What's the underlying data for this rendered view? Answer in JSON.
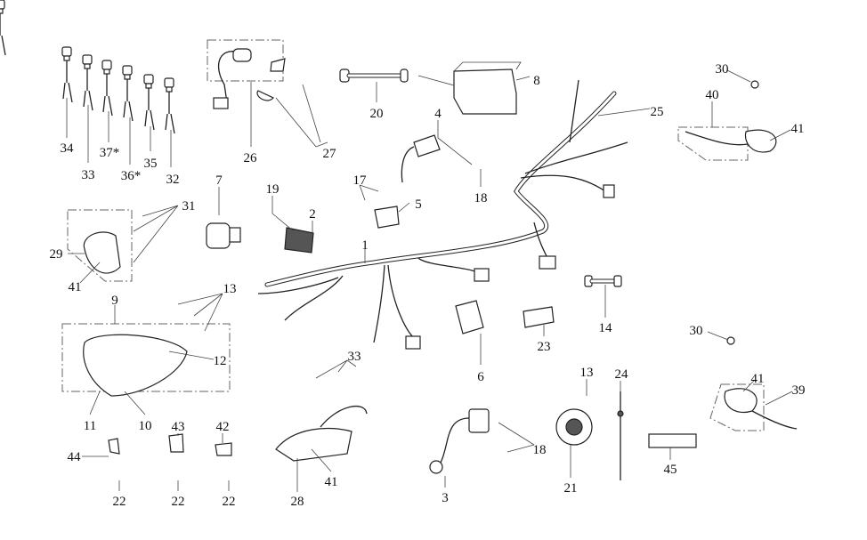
{
  "diagram": {
    "type": "exploded parts diagram - electrical wiring",
    "callouts": [
      "34",
      "33",
      "37*",
      "36*",
      "35",
      "32",
      "26",
      "27",
      "7",
      "19",
      "2",
      "17",
      "5",
      "4",
      "18",
      "20",
      "8",
      "25",
      "30",
      "40",
      "41",
      "31",
      "29",
      "41",
      "1",
      "13",
      "9",
      "12",
      "11",
      "10",
      "14",
      "30",
      "23",
      "6",
      "33",
      "13",
      "24",
      "41",
      "39",
      "18",
      "3",
      "21",
      "45",
      "44",
      "43",
      "42",
      "22",
      "22",
      "22",
      "28",
      "41"
    ]
  }
}
